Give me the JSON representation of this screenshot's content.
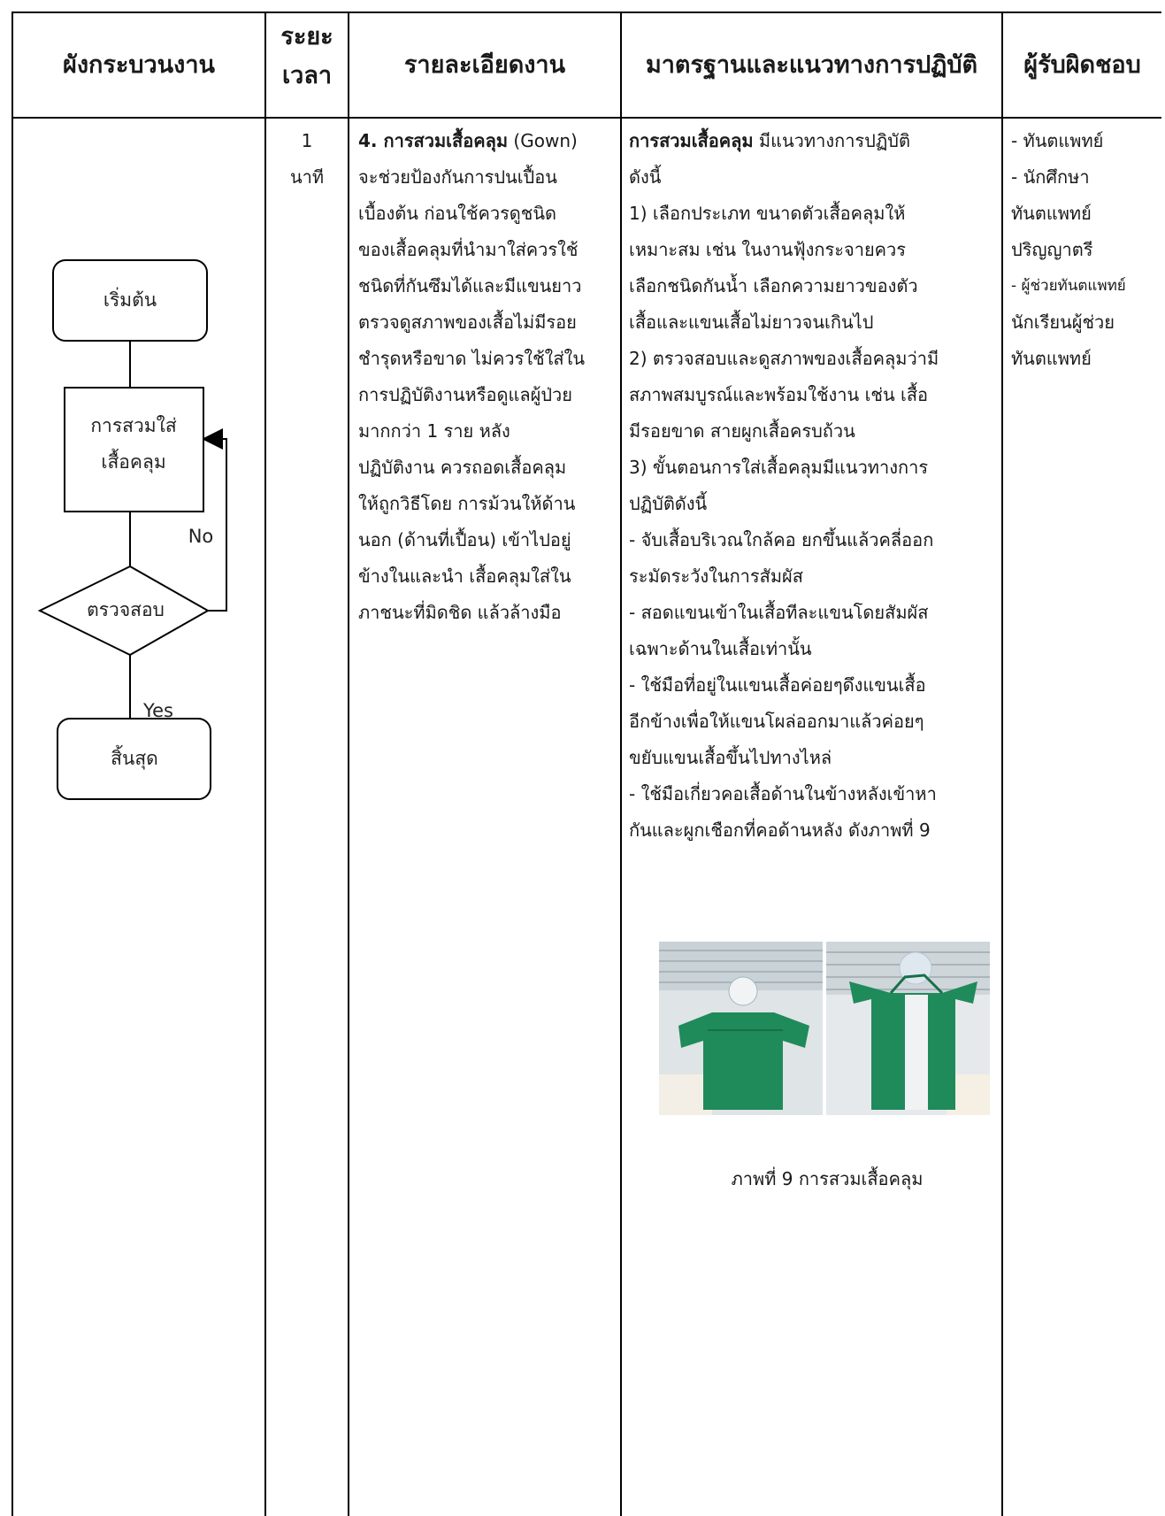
{
  "headers": {
    "flowchart": "ผังกระบวนงาน",
    "duration_line1": "ระยะ",
    "duration_line2": "เวลา",
    "details": "รายละเอียดงาน",
    "standards": "มาตรฐานและแนวทางการปฏิบัติ",
    "responsible": "ผู้รับผิดชอบ"
  },
  "flowchart": {
    "start": "เริ่มต้น",
    "process_line1": "การสวมใส่",
    "process_line2": "เสื้อคลุม",
    "decision": "ตรวจสอบ",
    "no_label": "No",
    "yes_label": "Yes",
    "end": "สิ้นสุด"
  },
  "duration": {
    "value": "1",
    "unit": "นาที"
  },
  "details": {
    "title_bold": "4. การสวมเสื้อคลุม",
    "title_rest": " (Gown)",
    "lines": [
      "จะช่วยป้องกันการปนเปื้อน",
      "เบื้องต้น ก่อนใช้ควรดูชนิด",
      "ของเสื้อคลุมที่นำมาใส่ควรใช้",
      "ชนิดที่กันซึมได้และมีแขนยาว",
      "ตรวจดูสภาพของเสื้อไม่มีรอย",
      "ชำรุดหรือขาด ไม่ควรใช้ใส่ใน",
      "การปฏิบัติงานหรือดูแลผู้ป่วย",
      "มากกว่า 1 ราย หลัง",
      "ปฏิบัติงาน ควรถอดเสื้อคลุม",
      "ให้ถูกวิธีโดย การม้วนให้ด้าน",
      "นอก (ด้านที่เปื้อน) เข้าไปอยู่",
      "ข้างในและนำ เสื้อคลุมใส่ใน",
      "ภาชนะที่มิดชิด แล้วล้างมือ"
    ]
  },
  "standards": {
    "intro_bold": "การสวมเสื้อคลุม",
    "intro_rest": " มีแนวทางการปฏิบัติ",
    "lines": [
      "ดังนี้",
      "1) เลือกประเภท ขนาดตัวเสื้อคลุมให้",
      "เหมาะสม เช่น ในงานฟุ้งกระจายควร",
      "เลือกชนิดกันน้ำ เลือกความยาวของตัว",
      "เสื้อและแขนเสื้อไม่ยาวจนเกินไป",
      "2) ตรวจสอบและดูสภาพของเสื้อคลุมว่ามี",
      "สภาพสมบูรณ์และพร้อมใช้งาน เช่น เสื้อ",
      "มีรอยขาด สายผูกเสื้อครบถ้วน",
      "3) ขั้นตอนการใส่เสื้อคลุมมีแนวทางการ",
      "ปฏิบัติดังนี้",
      "- จับเสื้อบริเวณใกล้คอ ยกขึ้นแล้วคลี่ออก",
      "ระมัดระวังในการสัมผัส",
      "- สอดแขนเข้าในเสื้อทีละแขนโดยสัมผัส",
      "เฉพาะด้านในเสื้อเท่านั้น",
      "- ใช้มือที่อยู่ในแขนเสื้อค่อยๆดึงแขนเสื้อ",
      "อีกข้างเพื่อให้แขนโผล่ออกมาแล้วค่อยๆ",
      "ขยับแขนเสื้อขึ้นไปทางไหล่",
      "- ใช้มือเกี่ยวคอเสื้อด้านในข้างหลังเข้าหา",
      "กันและผูกเชือกที่คอด้านหลัง ดังภาพที่ 9"
    ],
    "caption": "ภาพที่ 9 การสวมเสื้อคลุม"
  },
  "responsible": {
    "lines": [
      "- ทันตแพทย์",
      "- นักศึกษา",
      "ทันตแพทย์",
      "ปริญญาตรี",
      "- ผู้ช่วยทันตแพทย์",
      "นักเรียนผู้ช่วย",
      "ทันตแพทย์"
    ]
  },
  "colors": {
    "border": "#000000",
    "gown_green": "#1f8a5a",
    "wall": "#e8ecef"
  }
}
